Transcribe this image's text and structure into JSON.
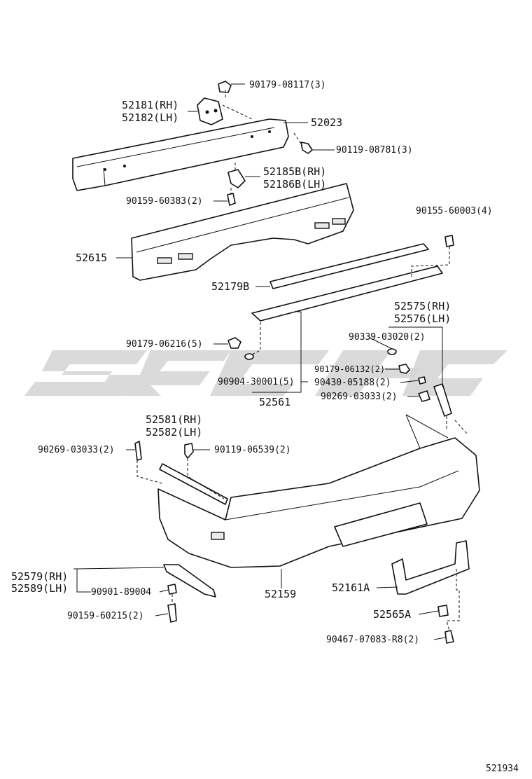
{
  "diagram_code": "521934",
  "parts": {
    "p90179_08117": "90179-08117(3)",
    "p52181": "52181(RH)",
    "p52182": "52182(LH)",
    "p52023": "52023",
    "p90119_08781": "90119-08781(3)",
    "p52185b": "52185B(RH)",
    "p52186b": "52186B(LH)",
    "p90159_60383": "90159-60383(2)",
    "p90155_60003": "90155-60003(4)",
    "p52615": "52615",
    "p52179b": "52179B",
    "p52575": "52575(RH)",
    "p52576": "52576(LH)",
    "p90339_03020": "90339-03020(2)",
    "p90179_06216": "90179-06216(5)",
    "p90179_06132": "90179-06132(2)",
    "p90430_05188": "90430-05188(2)",
    "p90904_30001": "90904-30001(5)",
    "p90269_03033_r": "90269-03033(2)",
    "p52561": "52561",
    "p52581": "52581(RH)",
    "p52582": "52582(LH)",
    "p90269_03033_l": "90269-03033(2)",
    "p90119_06539": "90119-06539(2)",
    "p52579": "52579(RH)",
    "p52589": "52589(LH)",
    "p90901_89004": "90901-89004",
    "p52159": "52159",
    "p52161a": "52161A",
    "p90159_60215": "90159-60215(2)",
    "p52565a": "52565A",
    "p90467_07083": "90467-07083-R8(2)"
  }
}
